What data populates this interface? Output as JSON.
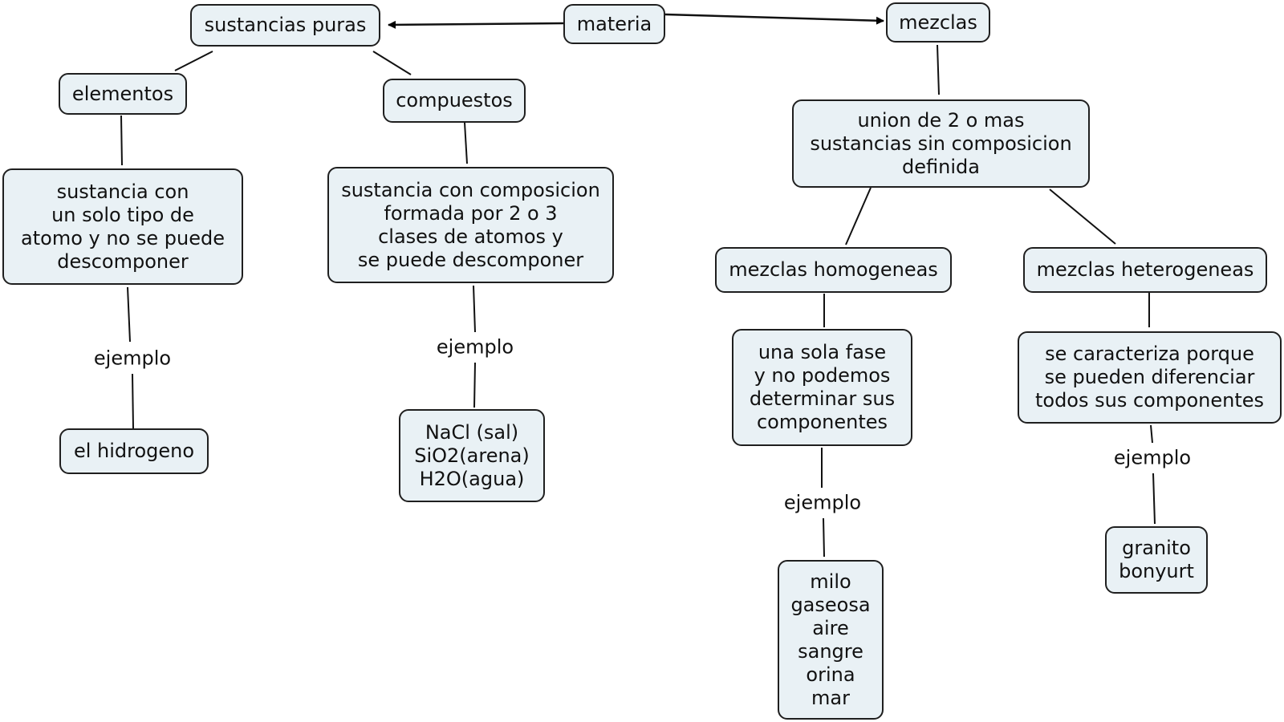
{
  "concept_map": {
    "materia": "materia",
    "sustancias_puras": "sustancias puras",
    "mezclas": "mezclas",
    "elementos": "elementos",
    "compuestos": "compuestos",
    "elementos_def": "sustancia con\nun solo tipo de\natomo y no se puede\ndescomponer",
    "compuestos_def": "sustancia con composicion\nformada por 2 o 3\nclases de atomos y\nse puede descomponer",
    "elementos_ejemplo": "el hidrogeno",
    "compuestos_ejemplo": "NaCl (sal)\nSiO2(arena)\nH2O(agua)",
    "mezclas_def": "union de 2 o mas\nsustancias sin composicion\ndefinida",
    "mezclas_homogeneas": "mezclas homogeneas",
    "mezclas_heterogeneas": "mezclas heterogeneas",
    "homogeneas_def": "una sola fase\ny no podemos\ndeterminar sus\ncomponentes",
    "heterogeneas_def": "se caracteriza porque\nse pueden diferenciar\ntodos sus componentes",
    "homogeneas_ejemplo": "milo\ngaseosa\naire\nsangre\norina\nmar",
    "heterogeneas_ejemplo": "granito\nbonyurt",
    "link_label": "ejemplo"
  }
}
